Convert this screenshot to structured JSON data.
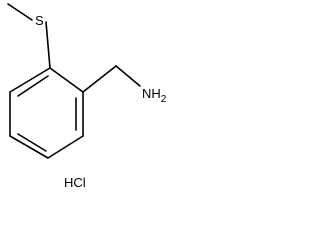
{
  "molecule": {
    "atoms": {
      "sulfur": "S",
      "amine": "NH",
      "amine_subscript": "2"
    },
    "salt": "HCl"
  },
  "colors": {
    "bond": "#000000",
    "text": "#000000",
    "background": "#ffffff"
  }
}
